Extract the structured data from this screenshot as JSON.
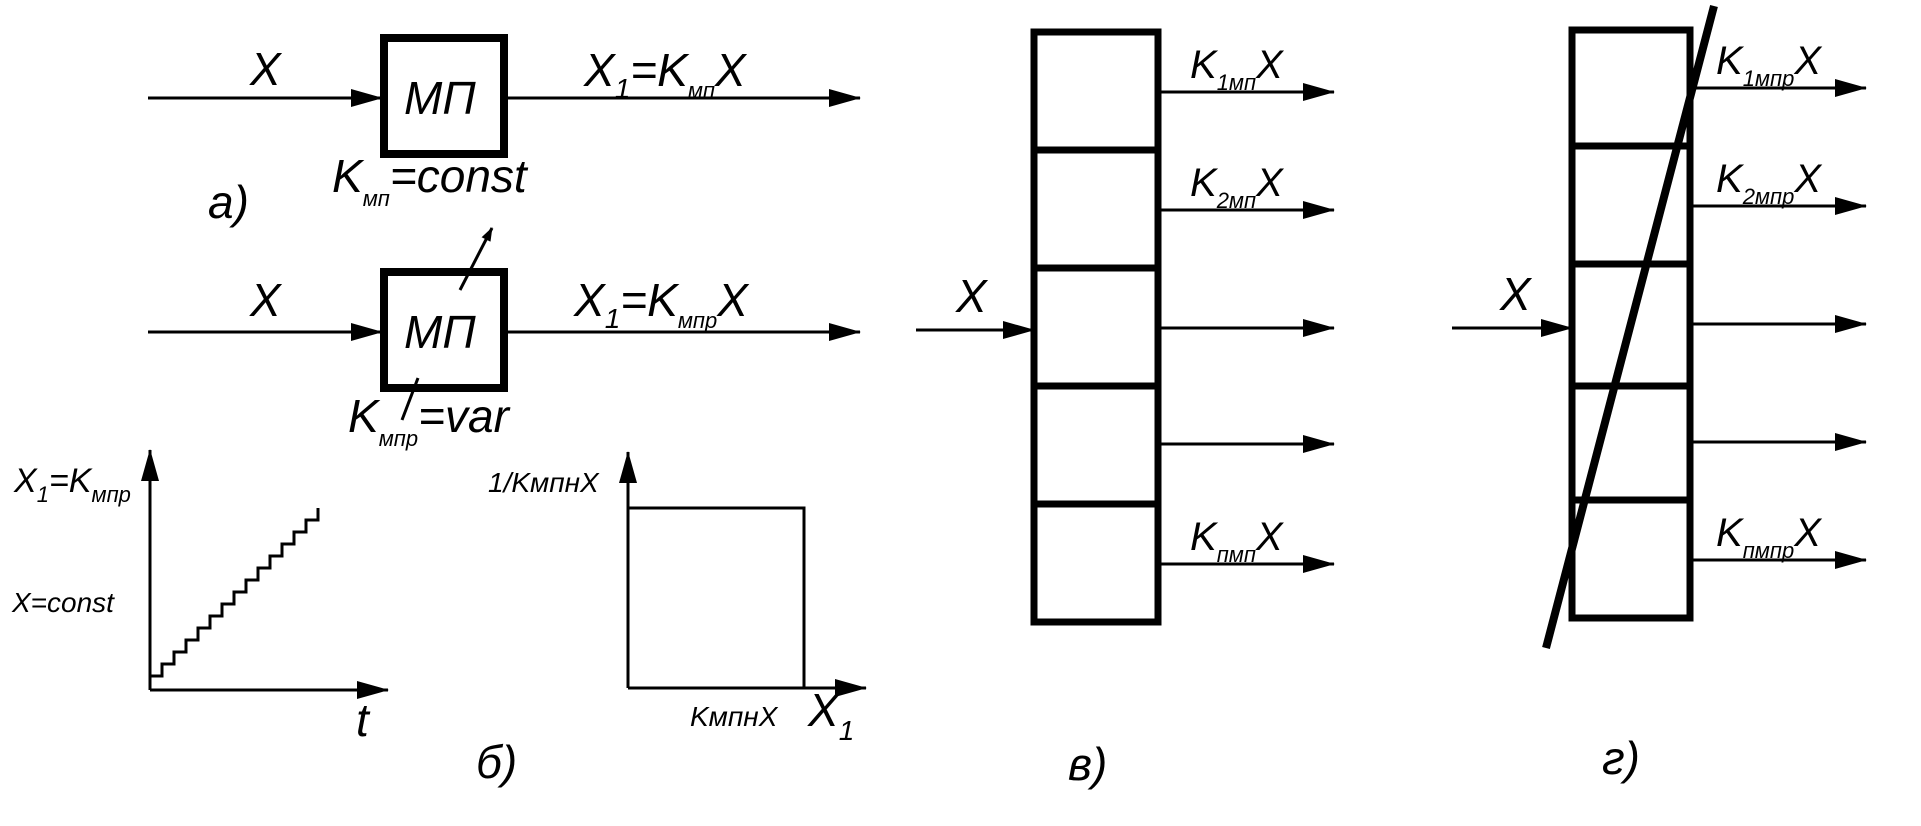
{
  "panel_a": {
    "input_label": "X",
    "block_label": "МП",
    "output_main": "X",
    "output_sub1": "1",
    "output_eq": "=K",
    "output_sub2": "мп",
    "output_tail": "X",
    "coef_main": "K",
    "coef_sub": "мп",
    "coef_tail": "=const",
    "caption": "а)"
  },
  "panel_a2": {
    "input_label": "X",
    "block_label": "МП",
    "output_main": "X",
    "output_sub1": "1",
    "output_eq": "=K",
    "output_sub2": "мпр",
    "output_tail": "X",
    "coef_main": "K",
    "coef_sub": "мпр",
    "coef_tail": "=var"
  },
  "panel_b": {
    "graph1_ylabel_main": "X",
    "graph1_ylabel_sub": "1",
    "graph1_ylabel_eq": "=K",
    "graph1_ylabel_sub2": "мпр",
    "graph1_const": "X=const",
    "graph1_xlabel": "t",
    "graph2_ylabel": "1/KмпнX",
    "graph2_xtick": "KмпнX",
    "graph2_xlabel_main": "X",
    "graph2_xlabel_sub": "1",
    "caption": "б)"
  },
  "panel_v": {
    "input_label": "X",
    "outputs": [
      {
        "main": "K",
        "sub": "1мп",
        "tail": "X"
      },
      {
        "main": "K",
        "sub": "2мп",
        "tail": "X"
      },
      {
        "main": "",
        "sub": "",
        "tail": ""
      },
      {
        "main": "",
        "sub": "",
        "tail": ""
      },
      {
        "main": "K",
        "sub": "пмп",
        "tail": "X"
      }
    ],
    "caption": "в)"
  },
  "panel_g": {
    "input_label": "X",
    "outputs": [
      {
        "main": "K",
        "sub": "1мпр",
        "tail": "X"
      },
      {
        "main": "K",
        "sub": "2мпр",
        "tail": "X"
      },
      {
        "main": "",
        "sub": "",
        "tail": ""
      },
      {
        "main": "",
        "sub": "",
        "tail": ""
      },
      {
        "main": "K",
        "sub": "пмпр",
        "tail": "X"
      }
    ],
    "caption": "г)"
  }
}
